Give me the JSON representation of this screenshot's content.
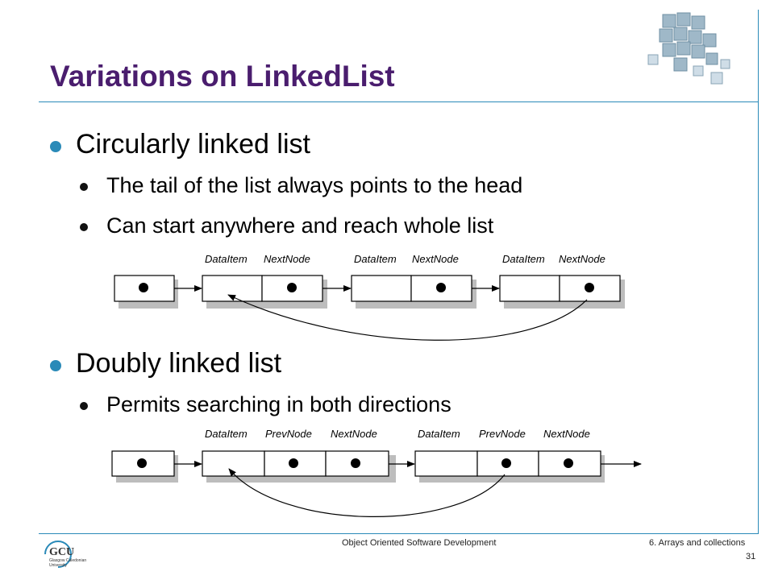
{
  "slide": {
    "title": "Variations on LinkedList",
    "sections": [
      {
        "heading": "Circularly linked list",
        "points": [
          "The tail of the list always points to the head",
          "Can start anywhere and reach whole list"
        ]
      },
      {
        "heading": "Doubly linked list",
        "points": [
          "Permits searching in both directions"
        ]
      }
    ]
  },
  "circular_diagram": {
    "node_labels": [
      {
        "data": "DataItem",
        "next": "NextNode"
      },
      {
        "data": "DataItem",
        "next": "NextNode"
      },
      {
        "data": "DataItem",
        "next": "NextNode"
      }
    ]
  },
  "doubly_diagram": {
    "node_labels": [
      {
        "data": "DataItem",
        "prev": "PrevNode",
        "next": "NextNode"
      },
      {
        "data": "DataItem",
        "prev": "PrevNode",
        "next": "NextNode"
      }
    ]
  },
  "footer": {
    "course": "Object Oriented Software Development",
    "chapter": "6. Arrays and collections",
    "page": "31",
    "logo_text": "GCU",
    "logo_subtext_1": "Glasgow Caledonian",
    "logo_subtext_2": "University"
  },
  "colors": {
    "title": "#4a1d6e",
    "accent": "#2a8ab8"
  }
}
